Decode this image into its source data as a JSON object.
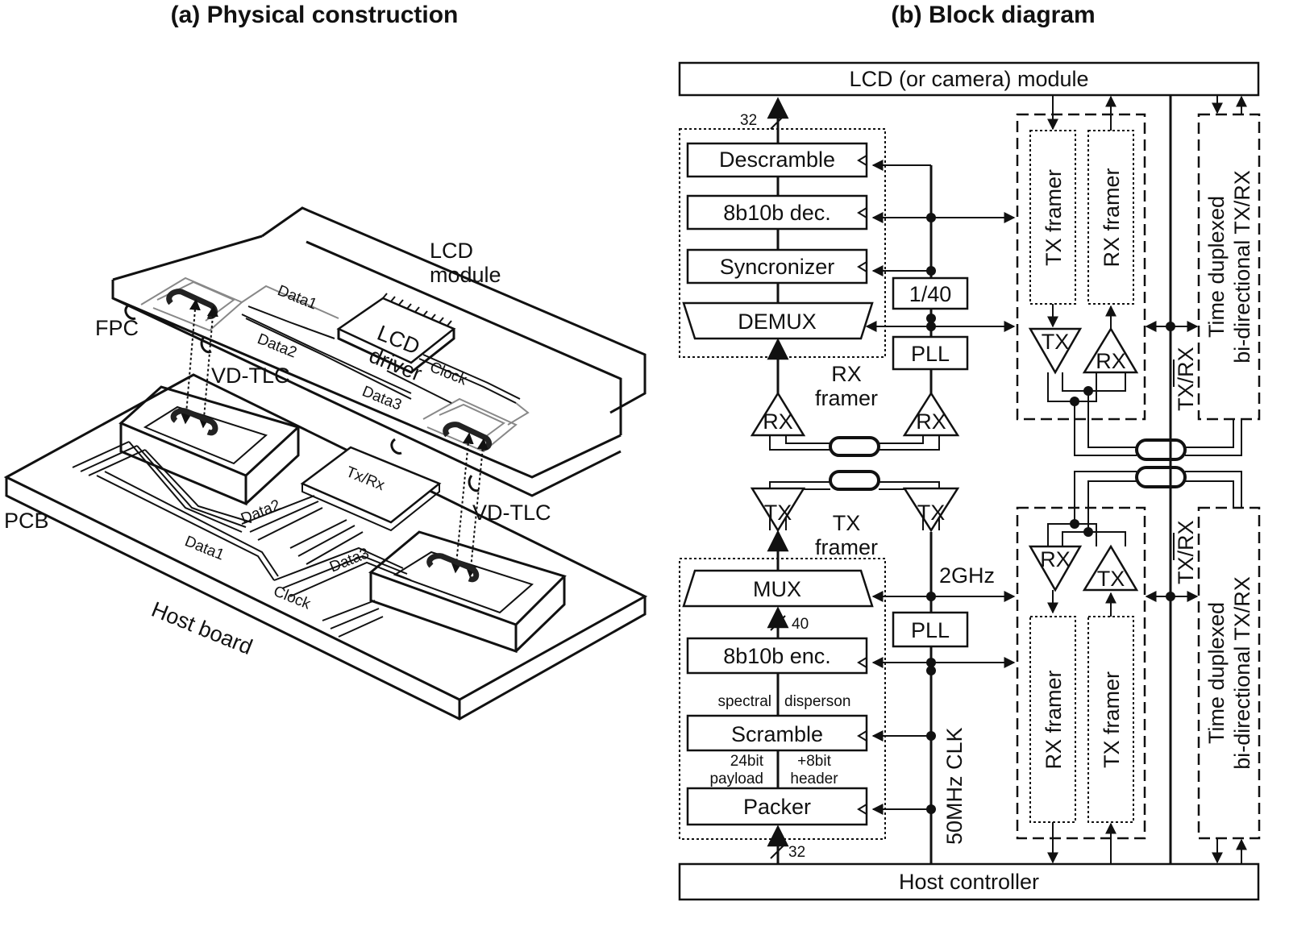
{
  "titles": {
    "left": "(a) Physical construction",
    "right": "(b) Block diagram"
  },
  "physical": {
    "lcd_module": [
      "LCD",
      "module"
    ],
    "fpc": "FPC",
    "lcd_driver": [
      "LCD",
      "driver"
    ],
    "vd_tlc_top": "VD-TLC",
    "vd_tlc_bottom": "VD-TLC",
    "data1_top": "Data1",
    "data2_top": "Data2",
    "data3_top": "Data3",
    "clock_top": "Clock",
    "txrx": "Tx/Rx",
    "data2_bottom": "Data2",
    "data1_bottom": "Data1",
    "data3_bottom": "Data3",
    "clock_bottom": "Clock",
    "pcb": "PCB",
    "host_board": "Host board"
  },
  "block": {
    "lcd_module": "LCD (or camera) module",
    "host_controller": "Host controller",
    "descramble": "Descramble",
    "dec": "8b10b dec.",
    "sync": "Syncronizer",
    "demux": "DEMUX",
    "div": "1/40",
    "pll_top": "PLL",
    "rx_framer_top": [
      "RX",
      "framer"
    ],
    "rx_amp": "RX",
    "tx_amp": "TX",
    "tx_framer_bottom": [
      "TX",
      "framer"
    ],
    "mux": "MUX",
    "pll_bottom": "PLL",
    "enc": "8b10b enc.",
    "scramble": "Scramble",
    "packer": "Packer",
    "spectral": "spectral",
    "disperson": "disperson",
    "payload": [
      "24bit",
      "payload"
    ],
    "header": [
      "+8bit",
      "header"
    ],
    "bus32_top": "32",
    "bus40": "40",
    "bus32_bottom": "32",
    "ghz": "2GHz",
    "clk": "50MHz CLK",
    "tx_framer_v": "TX framer",
    "rx_framer_v": "RX framer",
    "txrx_ctrl": "TX/RX",
    "time_duplexed": [
      "Time duplexed",
      "bi-directional TX/RX"
    ]
  }
}
